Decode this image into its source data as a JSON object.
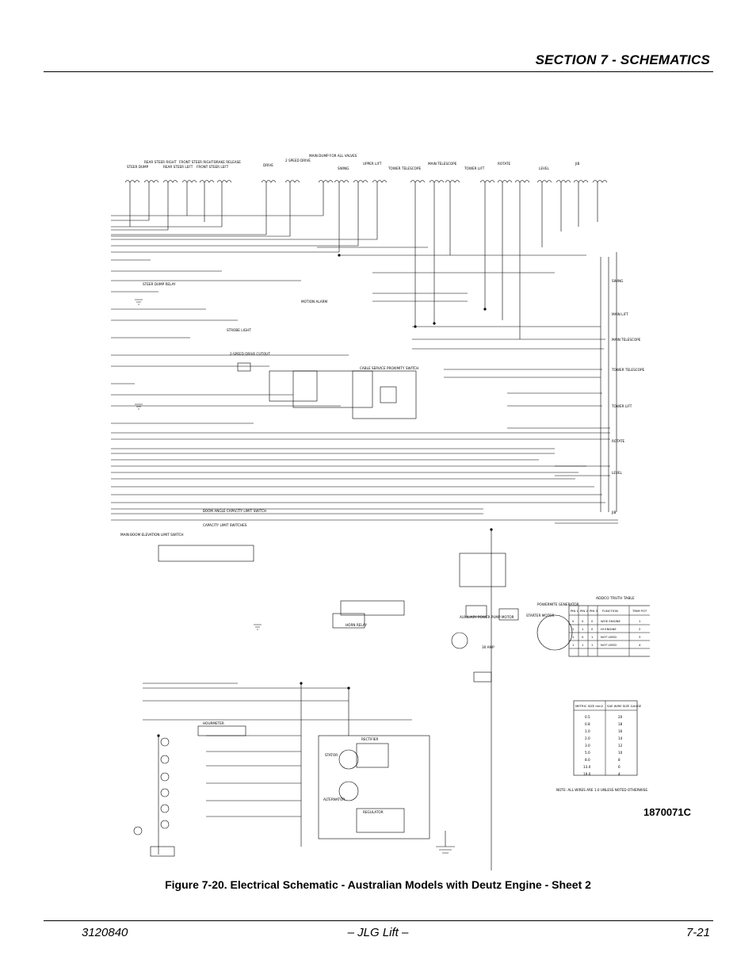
{
  "header": {
    "section_title": "SECTION 7 - SCHEMATICS"
  },
  "figure": {
    "drawing_number": "1870071C",
    "caption": "Figure 7-20.  Electrical Schematic - Australian Models with Deutz Engine - Sheet 2",
    "top_labels": [
      "STEER DUMP",
      "REAR STEER RIGHT",
      "REAR STEER LEFT",
      "FRONT STEER RIGHT",
      "FRONT STEER LEFT",
      "BRAKE RELEASE",
      "DRIVE",
      "2 SPEED DRIVE",
      "MAIN DUMP FOR ALL VALVES",
      "SWING",
      "UPPER LIFT",
      "TOWER TELESCOPE",
      "MAIN TELESCOPE",
      "TOWER LIFT",
      "ROTATE",
      "LEVEL",
      "JIB"
    ],
    "right_labels": [
      "SWING",
      "MAIN LIFT",
      "MAIN TELESCOPE",
      "TOWER TELESCOPE",
      "TOWER LIFT",
      "ROTATE",
      "LEVEL",
      "JIB"
    ],
    "annotations": [
      "STEER DUMP RELAY",
      "STROBE LIGHT",
      "2-SPEED DRIVE CUTOUT",
      "MOTION ALARM",
      "CABLE SERVICE PROXIMITY SWITCH",
      "BOOM ANGLE CAPACITY LIMIT SWITCH",
      "CAPACITY LIMIT SWITCHES",
      "MAIN BOOM ELEVATION LIMIT SWITCH",
      "HORN RELAY",
      "ALTERNATOR",
      "STATOR",
      "RECTIFIER",
      "REGULATOR",
      "STARTER MOTOR",
      "AUXILIARY POWER PUMP MOTOR",
      "POWERMITE GENERATOR",
      "30 AMP",
      "HOURMETER"
    ],
    "truth_table": {
      "title": "ADDCO TRUTH TABLE",
      "headers": [
        "PIN 1",
        "PIN 2",
        "PIN 3",
        "FUNCTION",
        "TRIM POT"
      ],
      "rows": [
        [
          "0",
          "0",
          "0",
          "WOE ENGINE",
          "1"
        ],
        [
          "1",
          "1",
          "0",
          "HI ENGINE",
          "2"
        ],
        [
          "1",
          "0",
          "1",
          "NOT USED",
          "3"
        ],
        [
          "1",
          "1",
          "1",
          "NOT USED",
          "4"
        ]
      ]
    },
    "wire_table": {
      "headers": [
        "METRIC SIZE mm2",
        "SAE WIRE SIZE GAUGE"
      ],
      "rows": [
        [
          "0.5",
          "20"
        ],
        [
          "0.8",
          "18"
        ],
        [
          "1.0",
          "16"
        ],
        [
          "2.0",
          "14"
        ],
        [
          "3.0",
          "12"
        ],
        [
          "5.0",
          "10"
        ],
        [
          "8.0",
          "8"
        ],
        [
          "13.0",
          "6"
        ],
        [
          "19.0",
          "4"
        ]
      ],
      "note": "NOTE:  ALL WIRES ARE 1.0 UNLESS NOTED OTHERWISE."
    }
  },
  "footer": {
    "doc_number": "3120840",
    "center": "– JLG Lift –",
    "page": "7-21"
  }
}
